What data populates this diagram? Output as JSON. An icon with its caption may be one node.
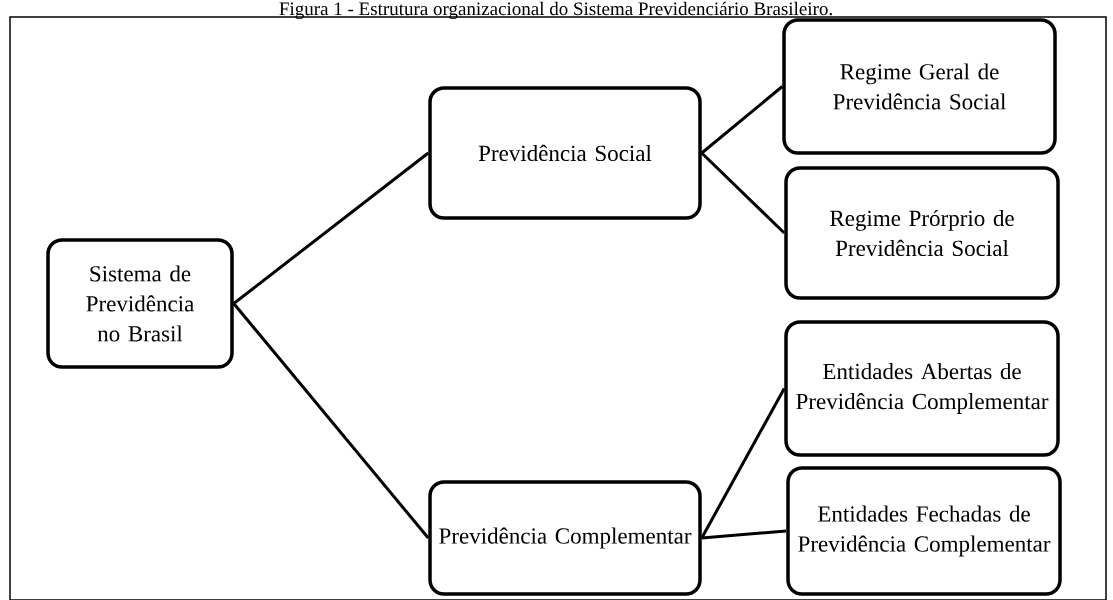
{
  "diagram": {
    "title": "Figura 1 - Estrutura organizacional do Sistema Previdenciário Brasileiro.",
    "nodes": [
      {
        "text": [
          "Sistema de Previdência no Brasil"
        ]
      },
      {
        "text": [
          "Previdência Social"
        ]
      },
      {
        "text": [
          "Previdência Complementar"
        ]
      },
      {
        "text": [
          "Regime Geral de Previdência Social"
        ]
      },
      {
        "text": [
          "Regime Prórprio de Previdência Social"
        ]
      },
      {
        "text": [
          "Entidades Abertas de Previdência Complementar"
        ]
      },
      {
        "text": [
          "Entidades Fechadas de Previdência Complementar"
        ]
      }
    ],
    "edges": [
      {
        "from": 0,
        "to": 1,
        "arrow": "none"
      },
      {
        "from": 0,
        "to": 2,
        "arrow": "none"
      },
      {
        "from": 1,
        "to": 3,
        "arrow": "none"
      },
      {
        "from": 1,
        "to": 4,
        "arrow": "none"
      },
      {
        "from": 2,
        "to": 5,
        "arrow": "none"
      },
      {
        "from": 2,
        "to": 6,
        "arrow": "none"
      }
    ]
  }
}
